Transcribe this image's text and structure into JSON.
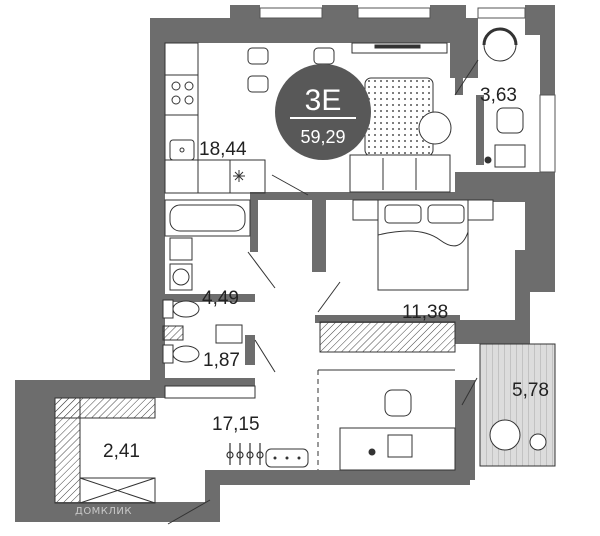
{
  "floor_plan": {
    "apartment_type": "3Е",
    "total_area": "59,29",
    "rooms": [
      {
        "id": "kitchen",
        "area": "18,44"
      },
      {
        "id": "wardrobe-top",
        "area": "3,63"
      },
      {
        "id": "bathroom",
        "area": "4,49"
      },
      {
        "id": "toilet",
        "area": "1,87"
      },
      {
        "id": "bedroom",
        "area": "11,38"
      },
      {
        "id": "balcony",
        "area": "5,78"
      },
      {
        "id": "hall",
        "area": "17,15"
      },
      {
        "id": "storage",
        "area": "2,41"
      }
    ],
    "watermark": "ДОМКЛИК"
  },
  "colors": {
    "wall": "#6d6d6d",
    "badge": "#585858",
    "line": "#333333",
    "balcony_fill": "#d8d8d8"
  }
}
